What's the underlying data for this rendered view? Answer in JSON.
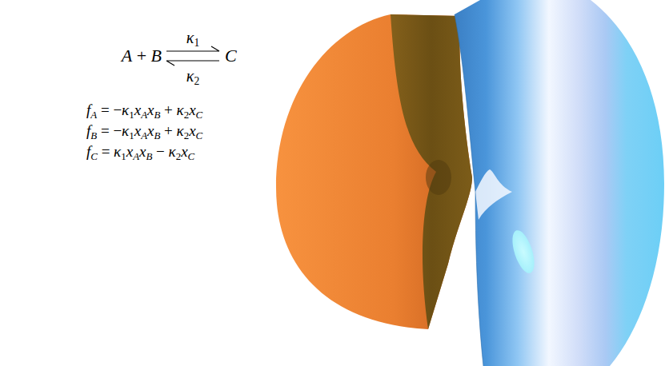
{
  "diagram": {
    "labels": [
      "A + B",
      "κ1",
      "κ2",
      "C",
      "fA = −κ1xAxB + κ2xC",
      "fB = −κ1xAxB + κ2xC",
      "fC = κ1xAxB − κ2xC"
    ]
  }
}
